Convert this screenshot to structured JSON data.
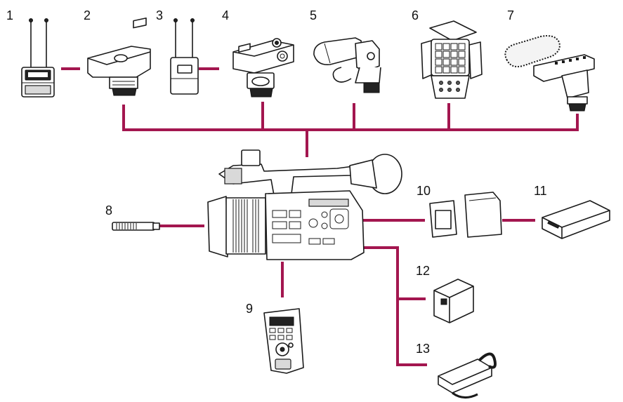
{
  "callouts": {
    "n1": "1",
    "n2": "2",
    "n3": "3",
    "n4": "4",
    "n5": "5",
    "n6": "6",
    "n7": "7",
    "n8": "8",
    "n9": "9",
    "n10": "10",
    "n11": "11",
    "n12": "12",
    "n13": "13"
  },
  "colors": {
    "connector": "#a3164f",
    "ink": "#1a1a1a"
  },
  "icons": [
    "wireless-receiver-icon",
    "shoe-adapter-icon",
    "wireless-transmitter-icon",
    "xlr-adapter-icon",
    "shotgun-microphone-icon",
    "led-video-light-icon",
    "stereo-microphone-icon",
    "camcorder-icon",
    "microphone-icon",
    "remote-commander-icon",
    "memory-card-icon",
    "card-reader-icon",
    "battery-pack-icon",
    "ac-adapter-icon"
  ]
}
